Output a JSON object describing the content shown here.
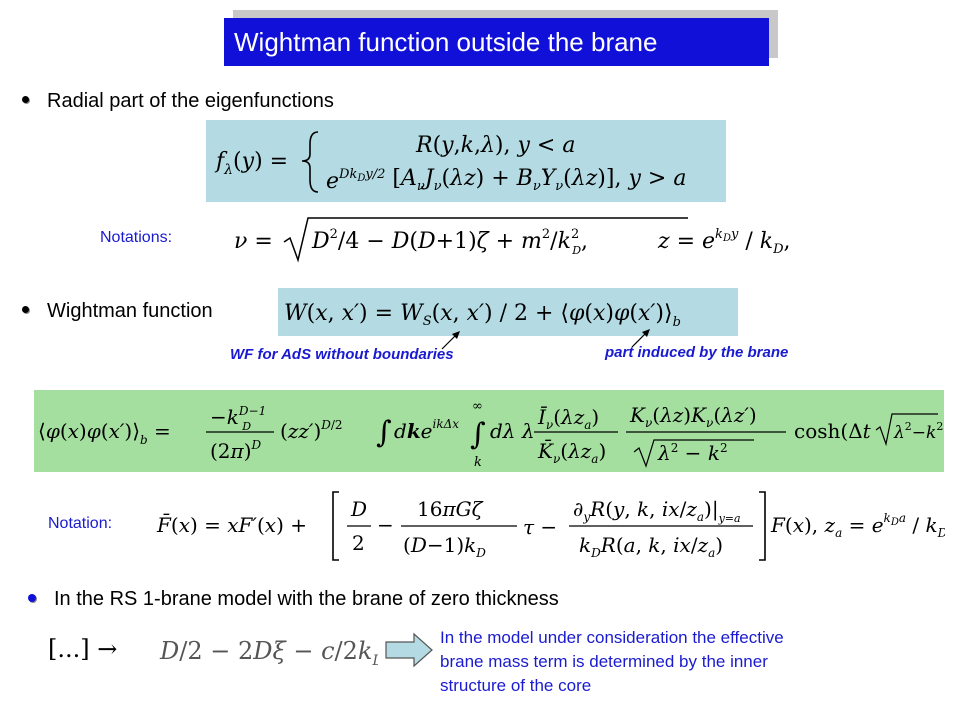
{
  "title": "Wightman function outside the brane",
  "bullets": {
    "radial": "Radial part of the eigenfunctions",
    "wightman": "Wightman function",
    "rs_model": "In the RS 1-brane model with the brane of zero thickness"
  },
  "labels": {
    "notations": "Notations:",
    "notation": "Notation:",
    "wf_ads": "WF for AdS without boundaries",
    "part_induced": "part induced by the brane"
  },
  "note": {
    "line1": "In the model under consideration the effective",
    "line2": "brane mass term is determined by the inner",
    "line3": "structure of the core"
  },
  "colors": {
    "title_bg": "#1010d8",
    "eq_blue_bg": "#b4dbe3",
    "eq_green_bg": "#a4df9f",
    "note_text": "#1a1ad0"
  }
}
